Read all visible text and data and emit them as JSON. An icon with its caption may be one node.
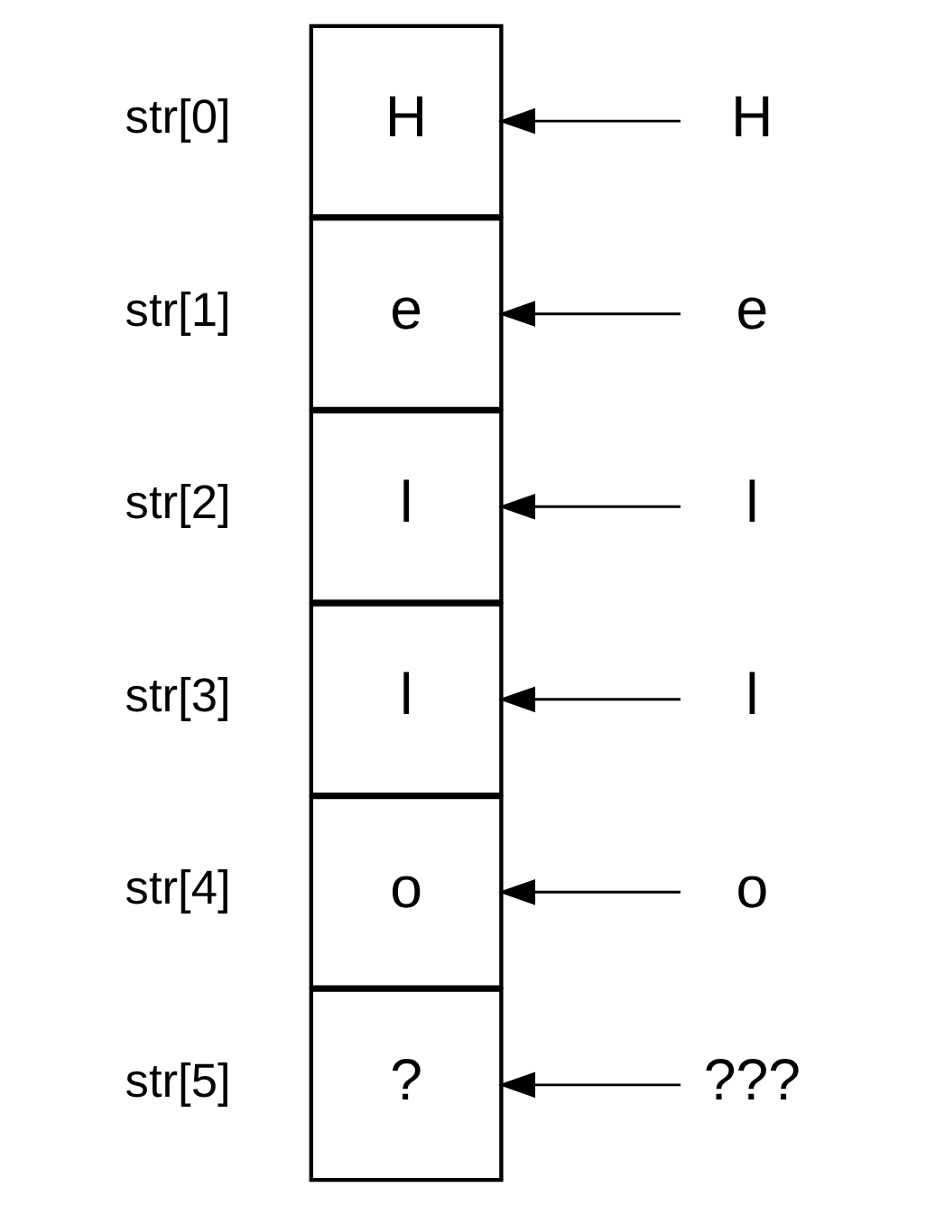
{
  "diagram": {
    "nodes": [
      {
        "text": [
          "H"
        ],
        "beside": [
          "str[0]"
        ]
      },
      {
        "text": [
          "e"
        ],
        "beside": [
          "str[1]"
        ]
      },
      {
        "text": [
          "l"
        ],
        "beside": [
          "str[2]"
        ]
      },
      {
        "text": [
          "l"
        ],
        "beside": [
          "str[3]"
        ]
      },
      {
        "text": [
          "o"
        ],
        "beside": [
          "str[4]"
        ]
      },
      {
        "text": [
          "?"
        ],
        "beside": [
          "str[5]"
        ]
      },
      {
        "text": [
          "H"
        ]
      },
      {
        "text": [
          "e"
        ]
      },
      {
        "text": [
          "l"
        ]
      },
      {
        "text": [
          "l"
        ]
      },
      {
        "text": [
          "o"
        ]
      },
      {
        "text": [
          "???"
        ]
      }
    ],
    "edges": [
      {
        "from": 6,
        "to": 0,
        "arrow": "to"
      },
      {
        "from": 7,
        "to": 1,
        "arrow": "to"
      },
      {
        "from": 8,
        "to": 2,
        "arrow": "to"
      },
      {
        "from": 9,
        "to": 3,
        "arrow": "to"
      },
      {
        "from": 10,
        "to": 4,
        "arrow": "to"
      },
      {
        "from": 11,
        "to": 5,
        "arrow": "to"
      }
    ]
  }
}
